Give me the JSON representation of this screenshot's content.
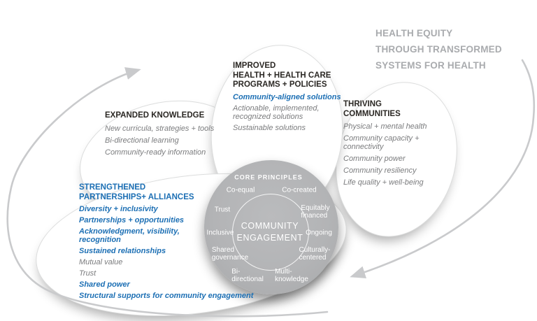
{
  "caption": {
    "lines": [
      "HEALTH EQUITY",
      "THROUGH TRANSFORMED",
      "SYSTEMS FOR HEALTH"
    ]
  },
  "colors": {
    "accent_blue": "#1c6fb4",
    "heading_dark": "#2b2824",
    "body_gray": "#7b7c7e",
    "caption_gray": "#a9abae",
    "circle_gray": "#b3b4b6",
    "arc_gray": "#c9cacc"
  },
  "petals": {
    "expanded": {
      "title": "EXPANDED KNOWLEDGE",
      "items": [
        {
          "text": "New curricula, strategies + tools"
        },
        {
          "text": "Bi-directional learning"
        },
        {
          "text": "Community-ready information"
        }
      ]
    },
    "improved": {
      "title": "IMPROVED\nHEALTH + HEALTH CARE\nPROGRAMS + POLICIES",
      "items": [
        {
          "text": "Community-aligned solutions"
        },
        {
          "text": "Actionable, implemented,\nrecognized solutions"
        },
        {
          "text": "Sustainable solutions"
        }
      ]
    },
    "thriving": {
      "title": "THRIVING\nCOMMUNITIES",
      "items": [
        {
          "text": "Physical + mental health"
        },
        {
          "text": "Community capacity +\nconnectivity"
        },
        {
          "text": "Community power"
        },
        {
          "text": "Community resiliency"
        },
        {
          "text": "Life quality + well-being"
        }
      ]
    },
    "strengthened": {
      "title": "STRENGTHENED\nPARTNERSHIPS+ ALLIANCES",
      "items": [
        {
          "text": "Diversity + inclusivity"
        },
        {
          "text": "Partnerships + opportunities"
        },
        {
          "text": "Acknowledgment, visibility,\nrecognition"
        },
        {
          "text": "Sustained relationships"
        },
        {
          "text": "Mutual value"
        },
        {
          "text": "Trust"
        },
        {
          "text": "Shared power"
        },
        {
          "text": "Structural supports for community engagement"
        }
      ]
    }
  },
  "core": {
    "heading": "CORE PRINCIPLES",
    "center": "COMMUNITY\nENGAGEMENT",
    "principles": [
      "Co-equal",
      "Co-created",
      "Trust",
      "Equitably\nfinanced",
      "Inclusive",
      "Ongoing",
      "Shared\ngovernance",
      "Culturally-\ncentered",
      "Bi-\ndirectional",
      "Multi-\nknowledge"
    ]
  }
}
